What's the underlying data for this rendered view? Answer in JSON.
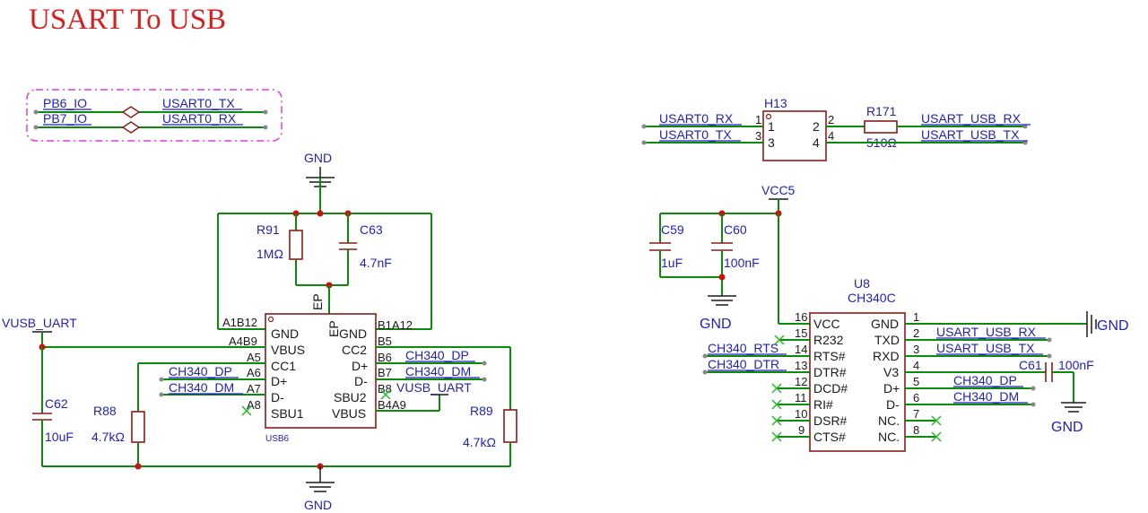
{
  "title": "USART To USB",
  "net_map": [
    {
      "left": "PB6_IO",
      "right": "USART0_TX"
    },
    {
      "left": "PB7_IO",
      "right": "USART0_RX"
    }
  ],
  "gnd_label": "GND",
  "usb": {
    "ref": "USB6",
    "ep": "EP",
    "left_pins": [
      {
        "num": "A1B12",
        "name": "GND"
      },
      {
        "num": "A4B9",
        "name": "VBUS"
      },
      {
        "num": "A5",
        "name": "CC1"
      },
      {
        "num": "A6",
        "name": "D+"
      },
      {
        "num": "A7",
        "name": "D-"
      },
      {
        "num": "A8",
        "name": "SBU1"
      }
    ],
    "right_pins": [
      {
        "num": "B1A12",
        "name": "GND"
      },
      {
        "num": "B5",
        "name": "CC2"
      },
      {
        "num": "B6",
        "name": "D+"
      },
      {
        "num": "B7",
        "name": "D-"
      },
      {
        "num": "B8",
        "name": "SBU2"
      },
      {
        "num": "B4A9",
        "name": "VBUS"
      }
    ]
  },
  "nets": {
    "vusb_uart": "VUSB_UART",
    "ch340_dp": "CH340_DP",
    "ch340_dm": "CH340_DM",
    "ch340_rts": "CH340_RTS",
    "ch340_dtr": "CH340_DTR",
    "usart0_rx": "USART0_RX",
    "usart0_tx": "USART0_TX",
    "usart_usb_rx": "USART_USB_RX",
    "usart_usb_tx": "USART_USB_TX",
    "vcc5": "VCC5"
  },
  "components": {
    "r91": {
      "ref": "R91",
      "value": "1MΩ"
    },
    "c63": {
      "ref": "C63",
      "value": "4.7nF"
    },
    "c62": {
      "ref": "C62",
      "value": "10uF"
    },
    "r88": {
      "ref": "R88",
      "value": "4.7kΩ"
    },
    "r89": {
      "ref": "R89",
      "value": "4.7kΩ"
    },
    "h13": {
      "ref": "H13",
      "pins": [
        "1",
        "2",
        "3",
        "4"
      ]
    },
    "r171": {
      "ref": "R171",
      "value": "510Ω"
    },
    "c59": {
      "ref": "C59",
      "value": "1uF"
    },
    "c60": {
      "ref": "C60",
      "value": "100nF"
    },
    "c61": {
      "ref": "C61",
      "value": "100nF"
    }
  },
  "u8": {
    "ref": "U8",
    "part": "CH340C",
    "left_pins": [
      {
        "num": "16",
        "name": "VCC"
      },
      {
        "num": "15",
        "name": "R232"
      },
      {
        "num": "14",
        "name": "RTS#"
      },
      {
        "num": "13",
        "name": "DTR#"
      },
      {
        "num": "12",
        "name": "DCD#"
      },
      {
        "num": "11",
        "name": "RI#"
      },
      {
        "num": "10",
        "name": "DSR#"
      },
      {
        "num": "9",
        "name": "CTS#"
      }
    ],
    "right_pins": [
      {
        "num": "1",
        "name": "GND"
      },
      {
        "num": "2",
        "name": "TXD"
      },
      {
        "num": "3",
        "name": "RXD"
      },
      {
        "num": "4",
        "name": "V3"
      },
      {
        "num": "5",
        "name": "D+"
      },
      {
        "num": "6",
        "name": "D-"
      },
      {
        "num": "7",
        "name": "NC."
      },
      {
        "num": "8",
        "name": "NC."
      }
    ]
  }
}
